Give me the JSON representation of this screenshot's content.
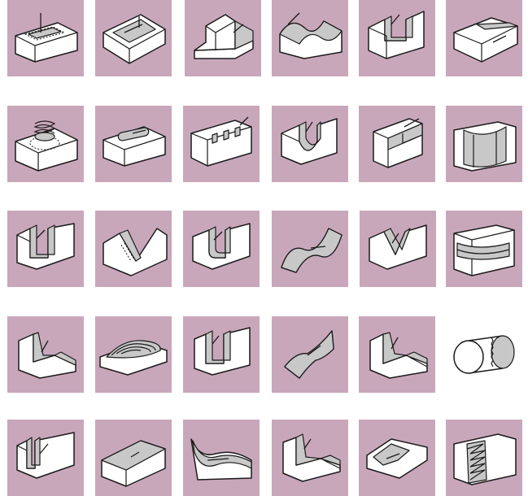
{
  "figure": {
    "columns": 6,
    "rows": 5,
    "background": "#c9a7bb",
    "tiles": [
      {
        "name": "plunge-pocket"
      },
      {
        "name": "closed-pocket"
      },
      {
        "name": "side-shoulder"
      },
      {
        "name": "contoured-surface"
      },
      {
        "name": "slot"
      },
      {
        "name": "chamfered-edge"
      },
      {
        "name": "helical-ramp"
      },
      {
        "name": "open-pocket"
      },
      {
        "name": "multiple-slots"
      },
      {
        "name": "full-radius-groove"
      },
      {
        "name": "t-slot-edge"
      },
      {
        "name": "concave-channel"
      },
      {
        "name": "deep-slot"
      },
      {
        "name": "slanted-wall-slot"
      },
      {
        "name": "keyway-slot"
      },
      {
        "name": "wavy-surface"
      },
      {
        "name": "v-groove"
      },
      {
        "name": "circular-groove"
      },
      {
        "name": "step-chamfer"
      },
      {
        "name": "3d-contour"
      },
      {
        "name": "deep-pocket"
      },
      {
        "name": "ruled-surface"
      },
      {
        "name": "stepped-shoulder"
      },
      {
        "name": "cylinder-knurl"
      },
      {
        "name": "narrow-slot"
      },
      {
        "name": "face-milling"
      },
      {
        "name": "freeform-channel"
      },
      {
        "name": "dual-shoulder"
      },
      {
        "name": "inclined-v-groove"
      },
      {
        "name": "thread-milling"
      }
    ]
  }
}
